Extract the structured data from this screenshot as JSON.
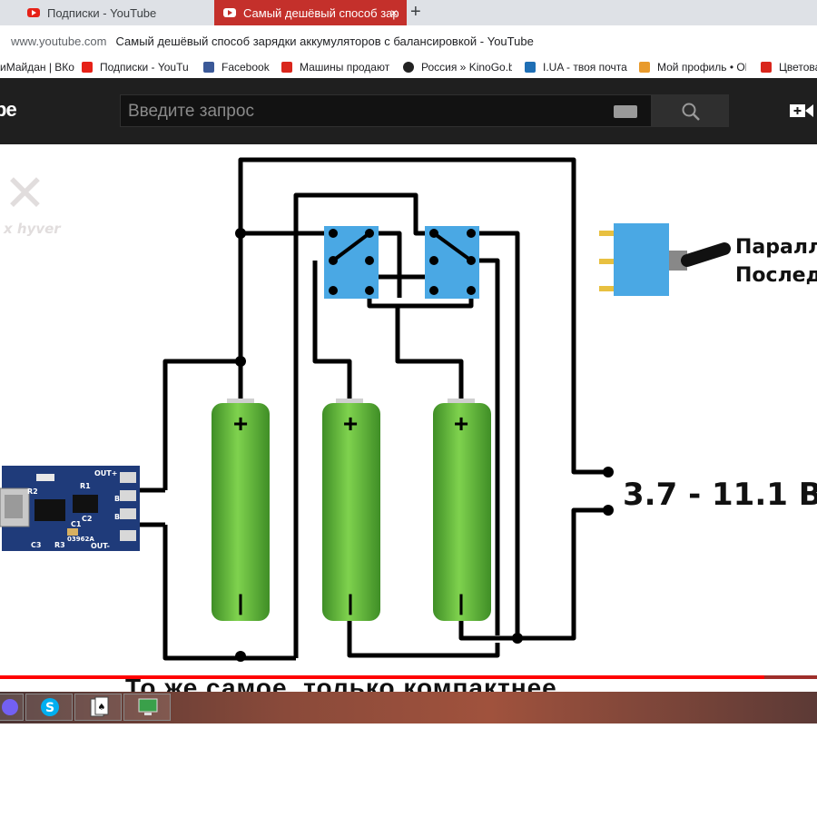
{
  "browser": {
    "tabs": [
      {
        "label": "Подписки - YouTube",
        "active": false
      },
      {
        "label": "Самый дешёвый способ зар",
        "active": true
      }
    ],
    "address": {
      "host": "www.youtube.com",
      "title": "Самый дешёвый способ зарядки аккумуляторов с балансировкой - YouTube"
    },
    "bookmarks": [
      {
        "label": "иМайдан | ВКо",
        "icon": "vk-icon",
        "color": "#4a76a8"
      },
      {
        "label": "Подписки - YouTu",
        "icon": "youtube-icon",
        "color": "#e62117"
      },
      {
        "label": "Facebook",
        "icon": "facebook-icon",
        "color": "#3b5998"
      },
      {
        "label": "Машины продают",
        "icon": "rst-icon",
        "color": "#d9261c"
      },
      {
        "label": "Россия » KinoGo.b",
        "icon": "kinogo-icon",
        "color": "#222222"
      },
      {
        "label": "I.UA - твоя почта",
        "icon": "iua-icon",
        "color": "#1f6fb5"
      },
      {
        "label": "Мой профиль • Ol",
        "icon": "olx-icon",
        "color": "#e89a2c"
      },
      {
        "label": "Цветова",
        "icon": "beam-icon",
        "color": "#d9261c"
      }
    ]
  },
  "youtube": {
    "logo_text": "be",
    "search_placeholder": "Введите запрос",
    "progress": 0.935
  },
  "diagram": {
    "watermark": "x hyver",
    "battery_plus": "+",
    "battery_minus": "|",
    "switch_labels": [
      "Паралл",
      "Послед"
    ],
    "output_label": "3.7 - 11.1 B",
    "board_labels": {
      "out_plus": "OUT+",
      "b_plus": "B+",
      "b_minus": "B-",
      "out_minus": "OUT-",
      "r2": "R2",
      "r1": "R1",
      "c1": "C1",
      "c2": "C2",
      "c3": "C3",
      "r3": "R3",
      "chip": "03962A"
    },
    "colors": {
      "battery": "#5fb83a",
      "switch": "#4aa8e4",
      "wire": "#000000",
      "board": "#1f3b7a"
    }
  },
  "subtitle": "То же самое, только компактнее",
  "taskbar": [
    {
      "icon": "viber-icon"
    },
    {
      "icon": "skype-icon"
    },
    {
      "icon": "solitaire-icon"
    },
    {
      "icon": "monitor-icon"
    }
  ]
}
